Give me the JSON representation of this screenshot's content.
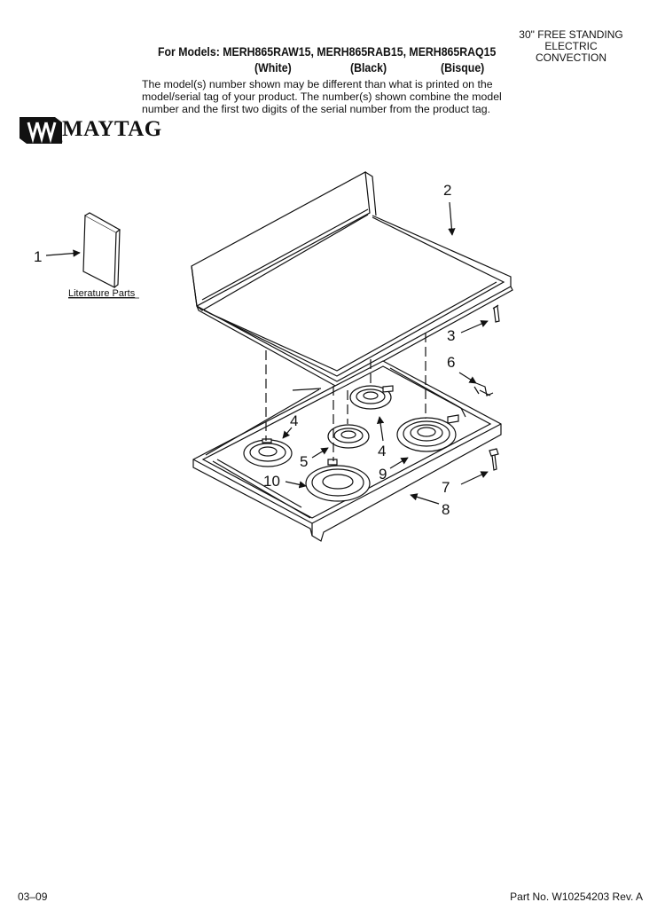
{
  "header": {
    "title": "For Models: MERH865RAW15, MERH865RAB15, MERH865RAQ15",
    "colors": [
      "(White)",
      "(Black)",
      "(Bisque)"
    ],
    "top_right": [
      "30\" FREE STANDING",
      "ELECTRIC",
      "CONVECTION"
    ],
    "note": "The model(s) number shown may be different than what is printed on the model/serial tag of your product. The number(s) shown combine the model number and the first two digits of the serial number from the product tag."
  },
  "logo": {
    "text": "MAYTAG",
    "mark": "®",
    "icon": "maytag-logo-icon"
  },
  "diagram": {
    "literature_label": "Literature Parts",
    "callouts": {
      "c1": "1",
      "c2": "2",
      "c3": "3",
      "c4a": "4",
      "c4b": "4",
      "c5": "5",
      "c6": "6",
      "c7": "7",
      "c8": "8",
      "c9": "9",
      "c10": "10"
    }
  },
  "footer": {
    "date": "03–09",
    "part_no": "Part No. W10254203 Rev. A"
  }
}
